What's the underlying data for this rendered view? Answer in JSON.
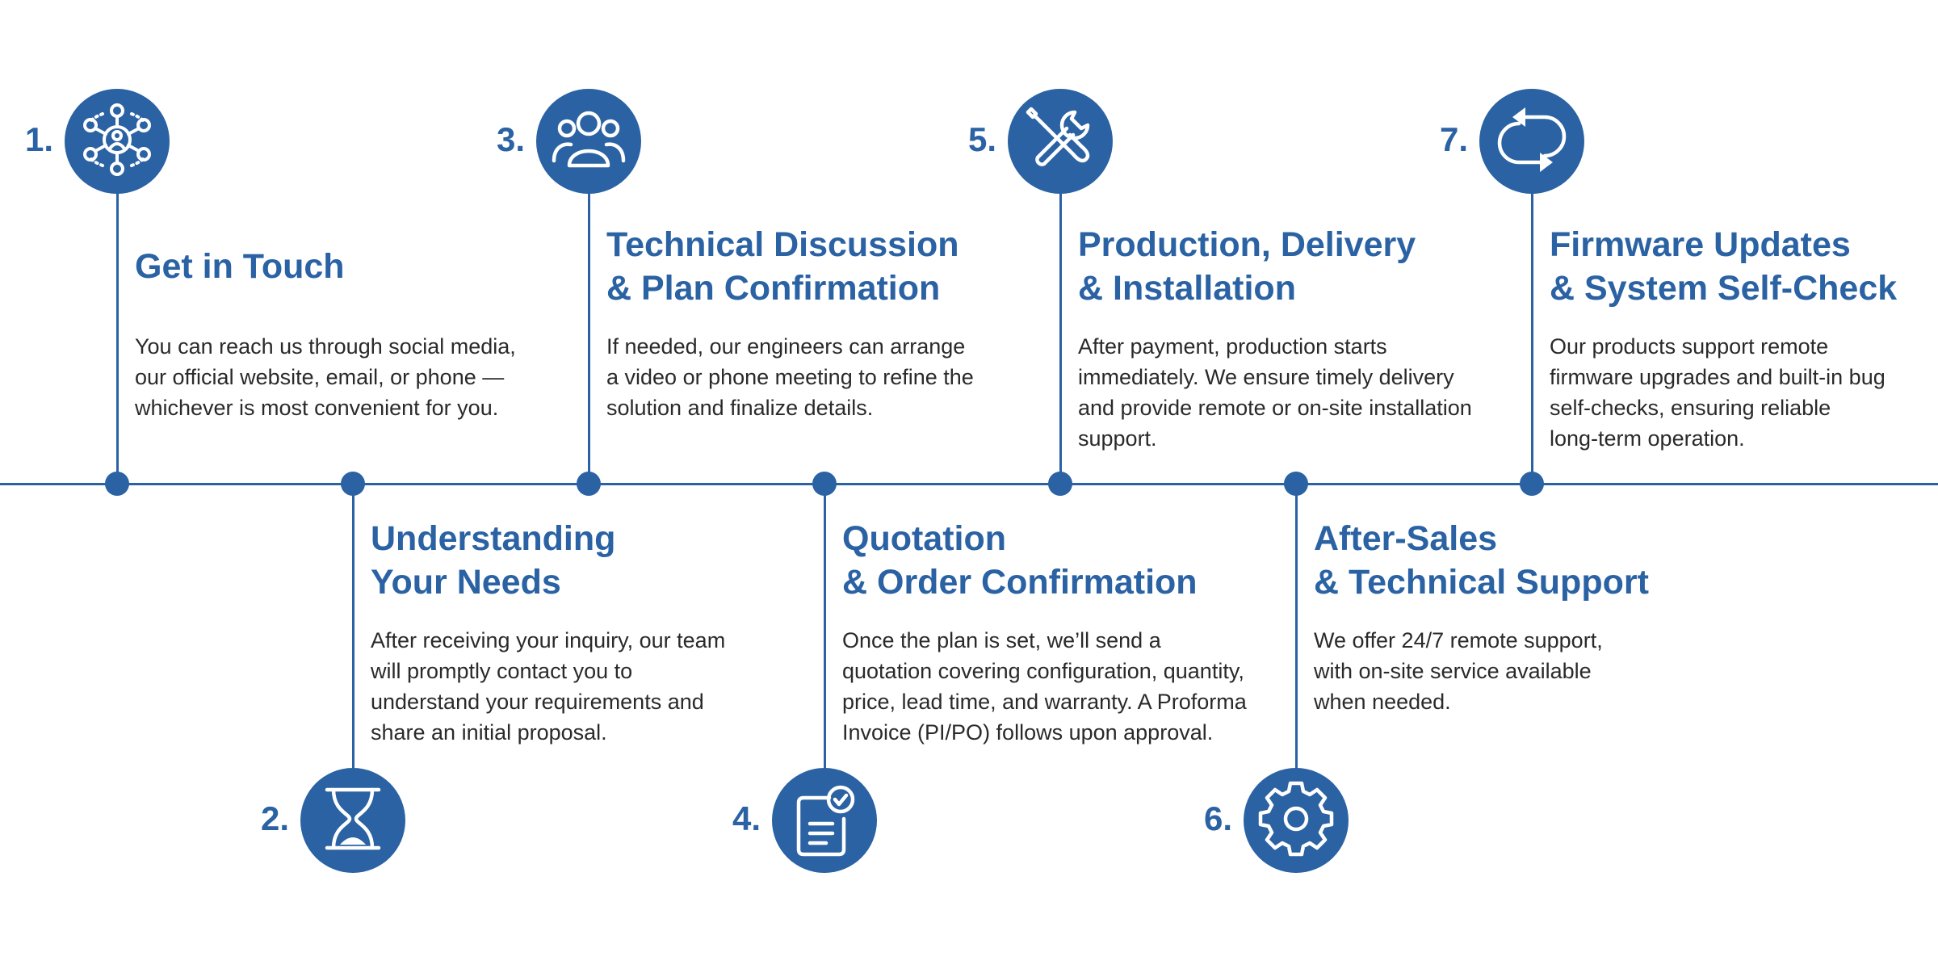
{
  "colors": {
    "accent": "#2a62a3",
    "text": "#2a2a2a",
    "background": "#ffffff"
  },
  "steps": [
    {
      "number": "1.",
      "icon": "network-people-icon",
      "title": [
        "Get in Touch"
      ],
      "description": [
        "You can reach us through social media,",
        "our official website, email, or phone —",
        "whichever is most convenient for you."
      ]
    },
    {
      "number": "2.",
      "icon": "hourglass-icon",
      "title": [
        "Understanding",
        "Your Needs"
      ],
      "description": [
        "After receiving your inquiry, our team",
        "will promptly contact you to",
        "understand your requirements and",
        "share an initial proposal."
      ]
    },
    {
      "number": "3.",
      "icon": "team-icon",
      "title": [
        "Technical Discussion",
        "& Plan Confirmation"
      ],
      "description": [
        "If needed, our engineers can arrange",
        "a video or phone meeting to refine the",
        "solution and finalize details."
      ]
    },
    {
      "number": "4.",
      "icon": "clipboard-check-icon",
      "title": [
        "Quotation",
        "& Order Confirmation"
      ],
      "description": [
        "Once the plan is set, we’ll send a",
        "quotation covering configuration, quantity,",
        "price, lead time, and warranty. A Proforma",
        "Invoice (PI/PO) follows upon approval."
      ]
    },
    {
      "number": "5.",
      "icon": "tools-icon",
      "title": [
        "Production, Delivery",
        "& Installation"
      ],
      "description": [
        "After payment, production starts",
        "immediately. We ensure timely delivery",
        "and provide remote or on-site installation",
        "support."
      ]
    },
    {
      "number": "6.",
      "icon": "gear-icon",
      "title": [
        "After-Sales",
        "& Technical Support"
      ],
      "description": [
        "We offer 24/7 remote support,",
        "with on-site service available",
        "when needed."
      ]
    },
    {
      "number": "7.",
      "icon": "refresh-cycle-icon",
      "title": [
        "Firmware Updates",
        "& System Self-Check"
      ],
      "description": [
        "Our products support remote",
        "firmware upgrades and built-in bug",
        "self-checks, ensuring reliable",
        "long-term operation."
      ]
    }
  ]
}
